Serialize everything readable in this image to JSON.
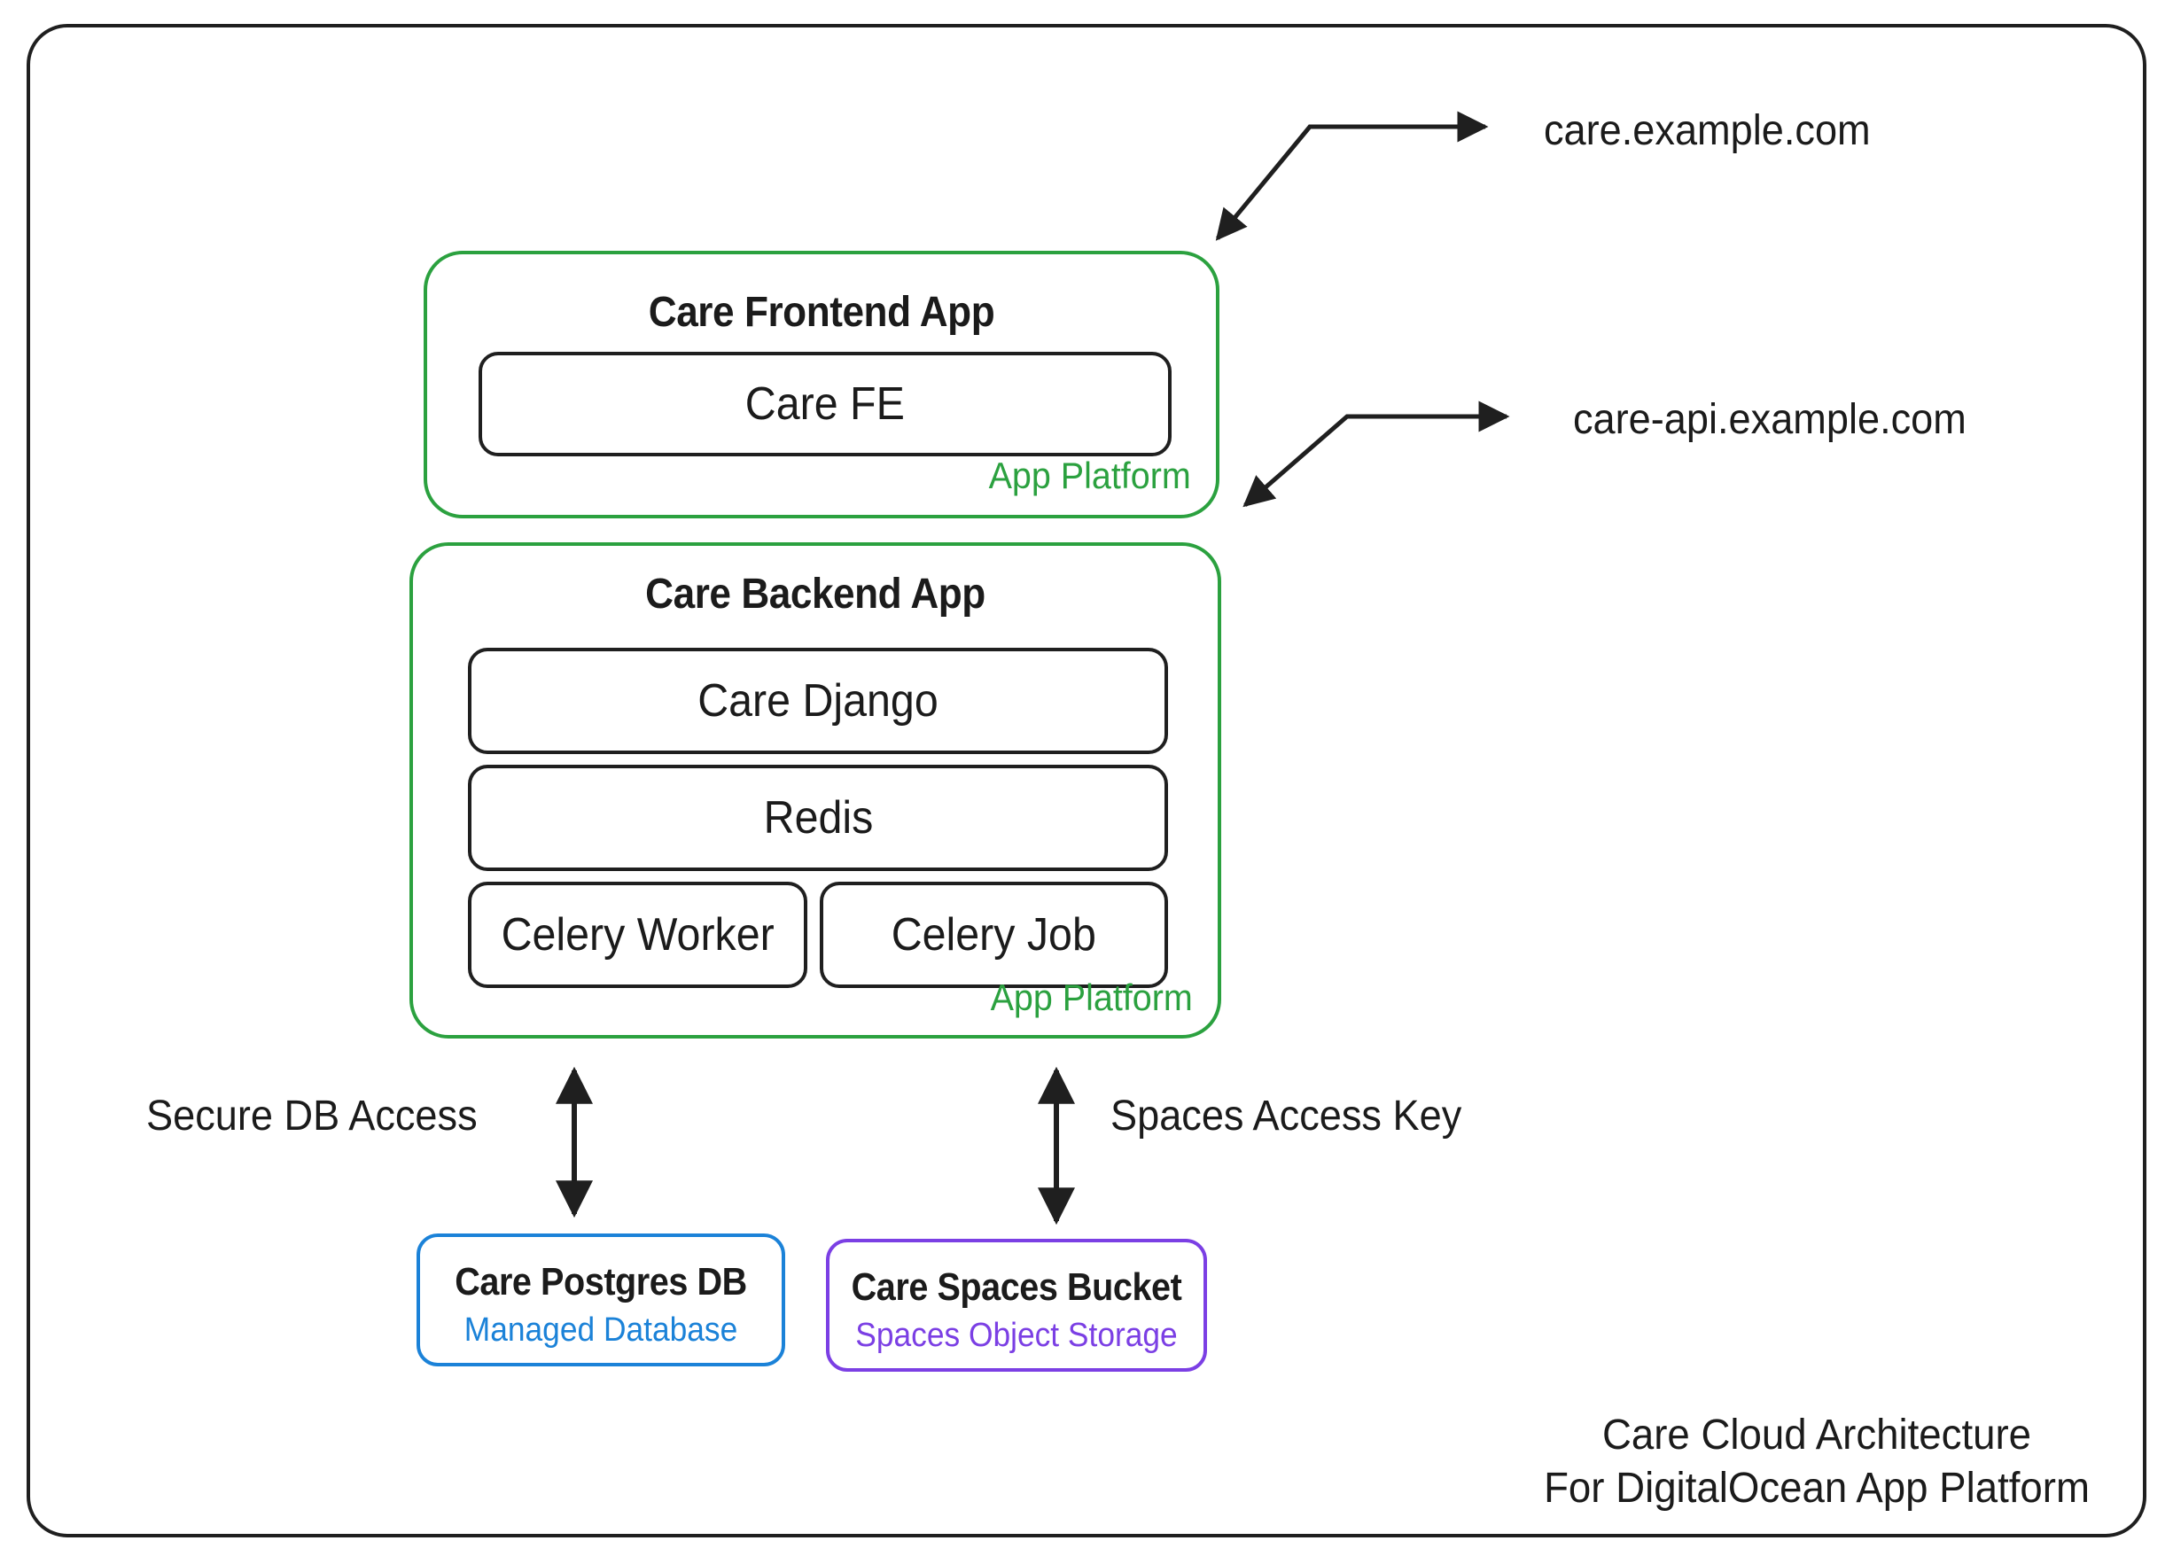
{
  "diagram": {
    "caption_line1": "Care Cloud Architecture",
    "caption_line2": "For DigitalOcean App Platform",
    "colors": {
      "app_platform_green": "#2ba13f",
      "managed_database_blue": "#1b82d8",
      "spaces_object_storage_purple": "#7b3fe4",
      "outline_black": "#1f1f1f",
      "background": "#ffffff"
    }
  },
  "groups": [
    {
      "id": "frontend",
      "title": "Care Frontend App",
      "platform_label": "App Platform",
      "services": [
        {
          "label": "Care FE"
        }
      ]
    },
    {
      "id": "backend",
      "title": "Care Backend App",
      "platform_label": "App Platform",
      "services": [
        {
          "label": "Care Django"
        },
        {
          "label": "Redis"
        },
        {
          "label": "Celery Worker"
        },
        {
          "label": "Celery Job"
        }
      ]
    }
  ],
  "resources": [
    {
      "id": "postgres",
      "title": "Care Postgres DB",
      "subtitle": "Managed Database",
      "color": "#1b82d8"
    },
    {
      "id": "spaces",
      "title": "Care Spaces Bucket",
      "subtitle": "Spaces Object Storage",
      "color": "#7b3fe4"
    }
  ],
  "endpoints": [
    {
      "id": "frontend-domain",
      "label": "care.example.com"
    },
    {
      "id": "backend-domain",
      "label": "care-api.example.com"
    }
  ],
  "connection_labels": [
    {
      "id": "db-access",
      "label": "Secure DB Access"
    },
    {
      "id": "spaces-access",
      "label": "Spaces Access Key"
    }
  ]
}
